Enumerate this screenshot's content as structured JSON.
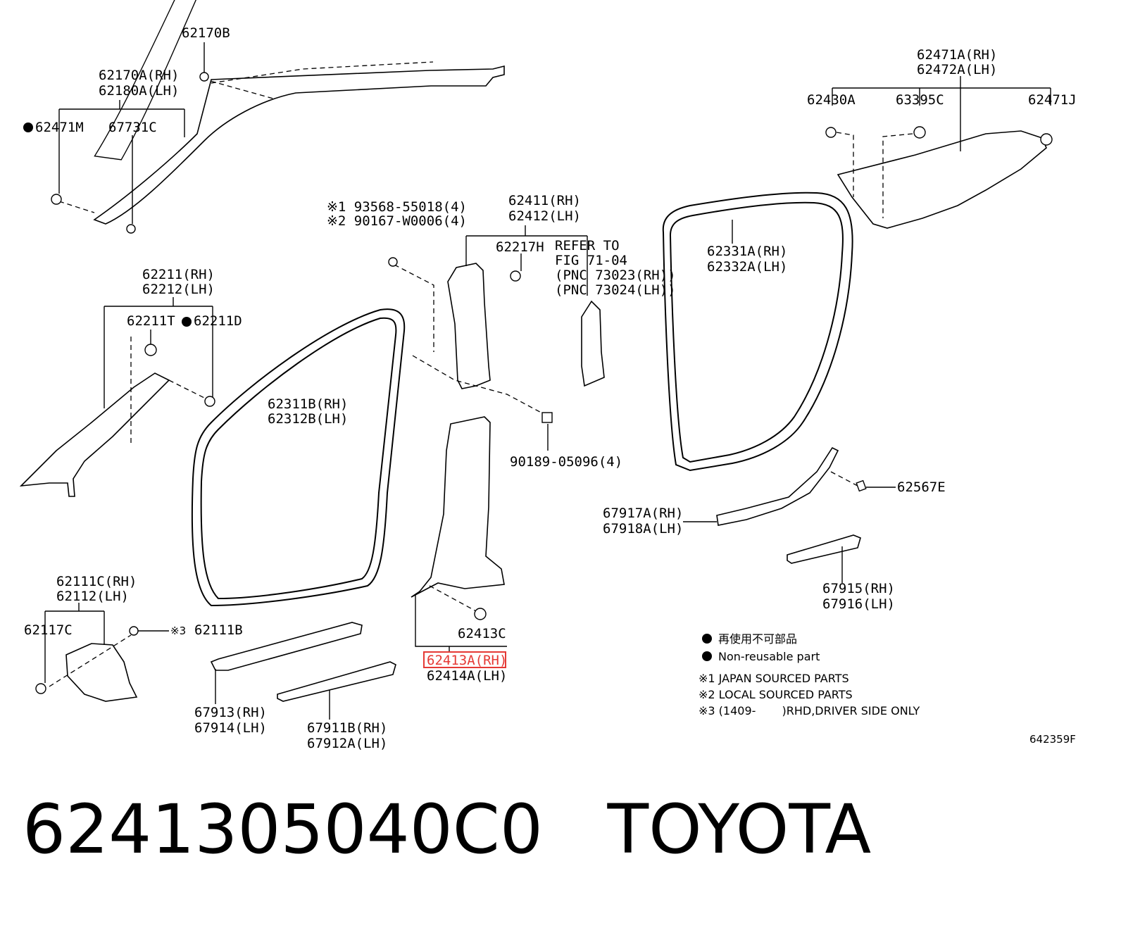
{
  "labels": {
    "p62170b": "62170B",
    "p62170a": "62170A(RH)",
    "p62180a": "62180A(LH)",
    "p62471m": "62471M",
    "p67731c": "67731C",
    "note1_pn": "※1 93568-55018(4)",
    "note2_pn": "※2 90167-W0006(4)",
    "p62411": "62411(RH)",
    "p62412": "62412(LH)",
    "p62217h": "62217H",
    "refer1": "REFER TO",
    "refer2": "FIG 71-04",
    "refer3": "(PNC 73023(RH))",
    "refer4": "(PNC 73024(LH))",
    "p62211": "62211(RH)",
    "p62212": "62212(LH)",
    "p62211t": "62211T",
    "p62211d": "62211D",
    "p62311b": "62311B(RH)",
    "p62312b": "62312B(LH)",
    "p90189": "90189-05096(4)",
    "p62471a": "62471A(RH)",
    "p62472a": "62472A(LH)",
    "p62430a": "62430A",
    "p63395c": "63395C",
    "p62471j": "62471J",
    "p62331a": "62331A(RH)",
    "p62332a": "62332A(LH)",
    "p62567e": "62567E",
    "p67917a": "67917A(RH)",
    "p67918a": "67918A(LH)",
    "p67915": "67915(RH)",
    "p67916": "67916(LH)",
    "p62111c": "62111C(RH)",
    "p62112": "62112(LH)",
    "p62117c": "62117C",
    "p62111b": "62111B",
    "note3_mark": "※3",
    "p62413c": "62413C",
    "p62413a": "62413A(RH)",
    "p62414a": "62414A(LH)",
    "p67913": "67913(RH)",
    "p67914": "67914(LH)",
    "p67911b": "67911B(RH)",
    "p67912a": "67912A(LH)"
  },
  "legend": {
    "nonreusable_jp": "再使用不可部品",
    "nonreusable_en": "Non-reusable part",
    "note1": "※1 JAPAN SOURCED PARTS",
    "note2": "※2 LOCAL SOURCED PARTS",
    "note3": "※3 (1409-　　 )RHD,DRIVER SIDE ONLY"
  },
  "figure_id": "642359F",
  "caption": {
    "part_number": "6241305040C0",
    "brand": "TOYOTA"
  },
  "colors": {
    "highlight": "#e53935",
    "ink": "#000000"
  }
}
